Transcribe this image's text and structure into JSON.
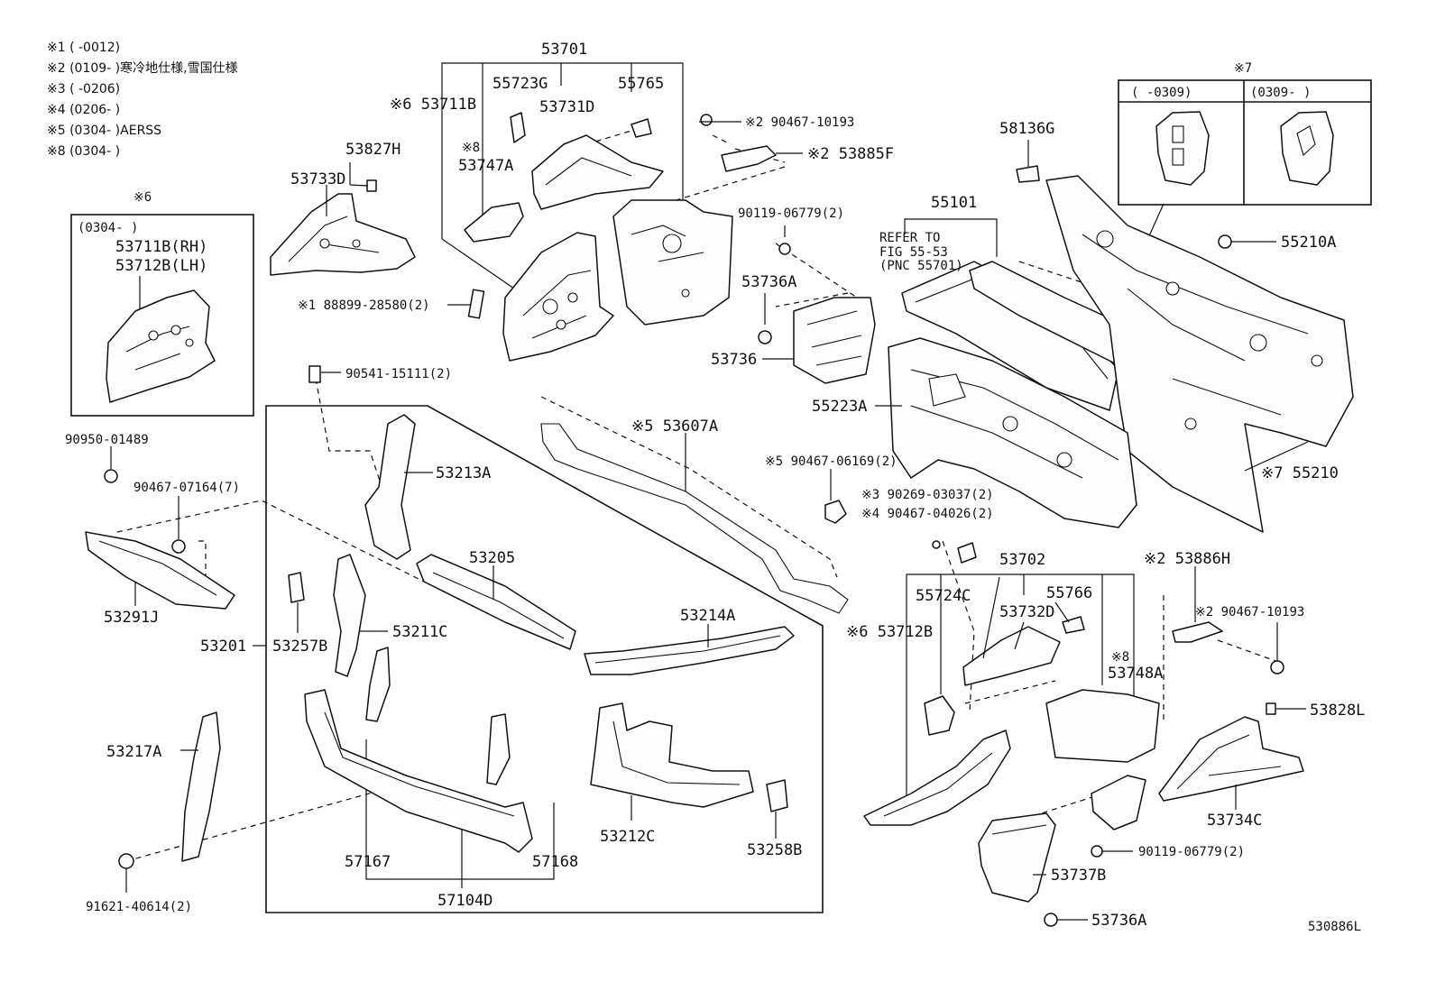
{
  "notes": [
    "※1 (      -0012)",
    "※2 (0109-      )寒冷地仕様,雪国仕様",
    "※3 (      -0206)",
    "※4 (0206-      )",
    "※5 (0304-      )AERSS",
    "※8 (0304-      )"
  ],
  "inset6": {
    "mark": "※6",
    "range": "(0304-      )",
    "line1": "53711B(RH)",
    "line2": "53712B(LH)"
  },
  "inset7": {
    "mark": "※7",
    "left": "(      -0309)",
    "right": "(0309-      )"
  },
  "refer": {
    "line1": "REFER TO",
    "line2": "FIG 55-53",
    "line3": "(PNC 55701)"
  },
  "labels": {
    "p53701": "53701",
    "p55723G": "55723G",
    "p55765": "55765",
    "p53731D": "53731D",
    "p53711B": "※6 53711B",
    "p53747A_mark": "※8",
    "p53747A": "53747A",
    "p53827H": "53827H",
    "p53733D": "53733D",
    "p88899": "※1 88899-28580(2)",
    "p90467_10193a": "※2 90467-10193",
    "p53885F": "※2 53885F",
    "p90119a": "90119-06779(2)",
    "p53736A_top": "53736A",
    "p53736": "53736",
    "p58136G": "58136G",
    "p55101": "55101",
    "p55210A": "55210A",
    "p55223A": "55223A",
    "p55210": "※7 55210",
    "p90541": "90541-15111(2)",
    "p53213A": "53213A",
    "p53607A": "※5 53607A",
    "p90467_06169": "※5 90467-06169(2)",
    "p90269": "※3 90269-03037(2)",
    "p90467_04026": "※4 90467-04026(2)",
    "p90950": "90950-01489",
    "p90467_07164": "90467-07164(7)",
    "p53291J": "53291J",
    "p53201": "53201",
    "p53257B": "53257B",
    "p53211C": "53211C",
    "p53205": "53205",
    "p53214A": "53214A",
    "p53702": "53702",
    "p55724C": "55724C",
    "p55766": "55766",
    "p53732D": "53732D",
    "p53712B": "※6 53712B",
    "p53886H": "※2 53886H",
    "p90467_10193b": "※2 90467-10193",
    "p53748A_mark": "※8",
    "p53748A": "53748A",
    "p53828L": "53828L",
    "p53217A": "53217A",
    "p53212C": "53212C",
    "p53258B": "53258B",
    "p57167": "57167",
    "p57168": "57168",
    "p57104D": "57104D",
    "p91621": "91621-40614(2)",
    "p53734C": "53734C",
    "p90119b": "90119-06779(2)",
    "p53737B": "53737B",
    "p53736A_bot": "53736A",
    "figcode": "530886L"
  }
}
